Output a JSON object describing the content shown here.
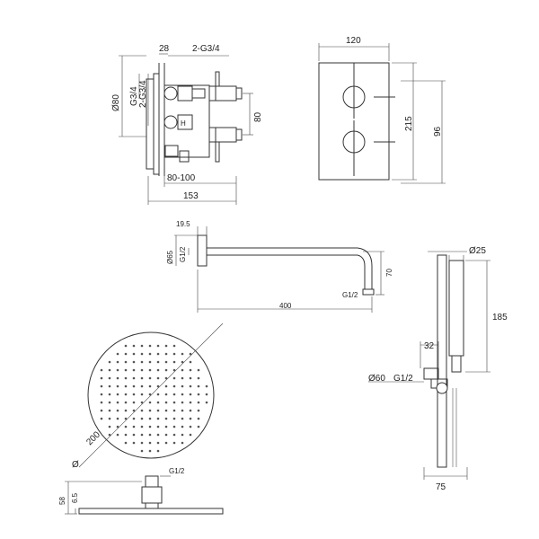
{
  "valve_side": {
    "d28": "28",
    "thread_top": "2-G3/4",
    "dia80": "Ø80",
    "g34_a": "G3/4",
    "g34_b": "2-G3/4",
    "h80": "80",
    "depth_range": "80-100",
    "total_depth": "153"
  },
  "valve_front": {
    "width": "120",
    "height": "215",
    "spacing": "96"
  },
  "arm": {
    "d19_5": "19.5",
    "dia65": "Ø65",
    "g12_inlet": "G1/2",
    "h70": "70",
    "g12_outlet": "G1/2",
    "length": "400"
  },
  "hand_shower": {
    "dia25": "Ø25",
    "length185": "185",
    "d32": "32",
    "dia60": "Ø60",
    "g12": "G1/2",
    "width75": "75"
  },
  "head": {
    "diameter": "200",
    "dia_symbol": "Ø",
    "g12": "G1/2",
    "h58": "58",
    "h6_5": "6.5"
  }
}
